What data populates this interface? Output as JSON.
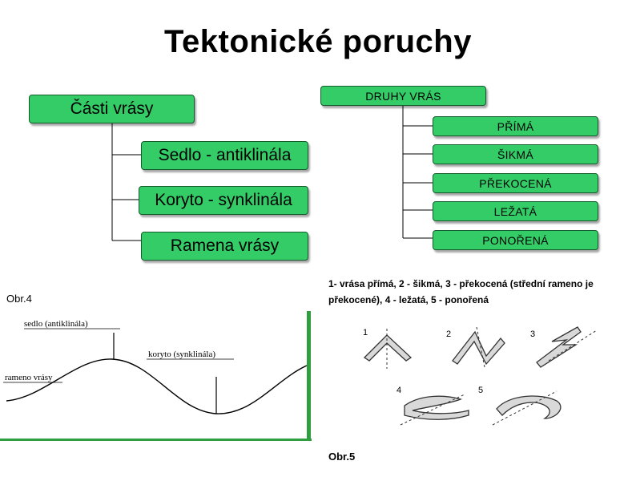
{
  "title": "Tektonické poruchy",
  "parts": {
    "header": "Části vrásy",
    "items": [
      "Sedlo - antiklinála",
      "Koryto - synklinála",
      "Ramena vrásy"
    ]
  },
  "types": {
    "header": "DRUHY VRÁS",
    "items": [
      "PŘÍMÁ",
      "ŠIKMÁ",
      "PŘEKOCENÁ",
      "LEŽATÁ",
      "PONOŘENÁ"
    ]
  },
  "figure4": {
    "caption": "Obr.4",
    "labels": {
      "sedlo": "sedlo (antiklinála)",
      "koryto": "koryto (synklinála)",
      "rameno": "rameno vrásy"
    }
  },
  "figure5": {
    "description_line1": "1- vrása přímá, 2 - šikmá, 3 - překocená (střední rameno je",
    "description_line2": "překocené), 4 - ležatá, 5 - ponořená",
    "numbers": [
      "1",
      "2",
      "3",
      "4",
      "5"
    ],
    "caption": "Obr.5"
  },
  "colors": {
    "box_fill": "#33cc66",
    "panel_border": "#2e9e3e"
  }
}
